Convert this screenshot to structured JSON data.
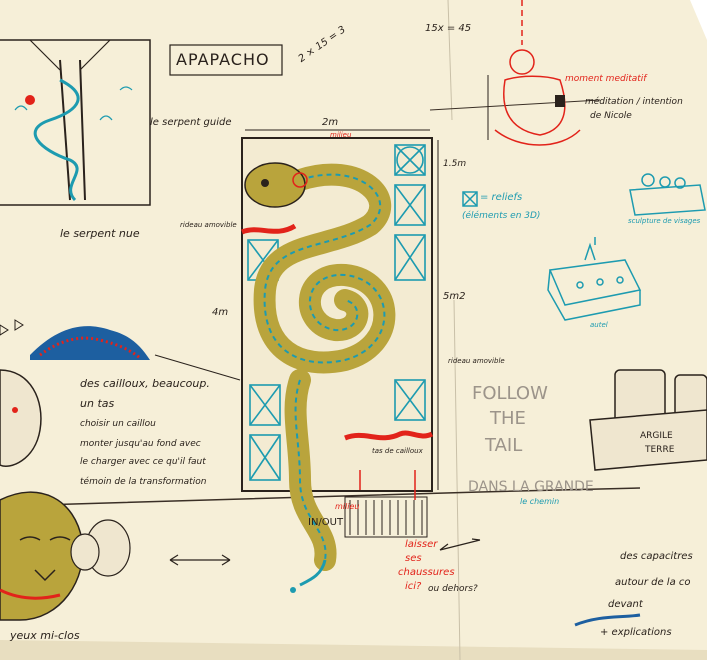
{
  "title": "APAPACHO",
  "labels": {
    "math1": "2 × 15 = 3",
    "math2": "15x = 45",
    "serpent_guide": "le serpent guide",
    "serpent_nue": "le serpent nue",
    "dim_2m": "2m",
    "dim_milieu": "milieu",
    "dim_15m": "1.5m",
    "dim_4m": "4m",
    "dim_5m": "5m2",
    "rideau_top": "rideau amovible",
    "rideau_bottom": "rideau amovible",
    "reliefs": "= reliefs",
    "reliefs_sub": "(éléments en 3D)",
    "moment": "moment meditatif",
    "meditation": "méditation / intention",
    "nicole": "de Nicole",
    "sculpture": "sculpture de visages",
    "autel": "autel",
    "follow1": "FOLLOW",
    "follow2": "THE",
    "follow3": "TAIL",
    "dans_la": "DANS LA GRANDE",
    "le_chemin": "le chemin",
    "argile": "ARGILE",
    "terre": "TERRE",
    "tas_cailloux": "tas de cailloux",
    "milieu_red": "milieu",
    "in_out": "IN/OUT",
    "laisser": "laisser",
    "ses": "ses",
    "chaussures": "chaussures",
    "ici": "ici?",
    "ou_dehors": "ou dehors?",
    "cailloux_text": [
      "des cailloux, beaucoup.",
      "un tas",
      "choisir un caillou",
      "monter jusqu'au fond avec",
      "le charger avec ce qu'il faut",
      "témoin de la transformation"
    ],
    "right_bottom": [
      "des capacitres",
      "autour de la co",
      "devant",
      "+ explications"
    ],
    "yeux": "yeux mi-clos"
  },
  "colors": {
    "paper": "#f6efd8",
    "ink": "#2a221c",
    "red": "#e2231a",
    "teal": "#1d9bb0",
    "gold": "#b9a43c",
    "grey": "#9c948a"
  }
}
